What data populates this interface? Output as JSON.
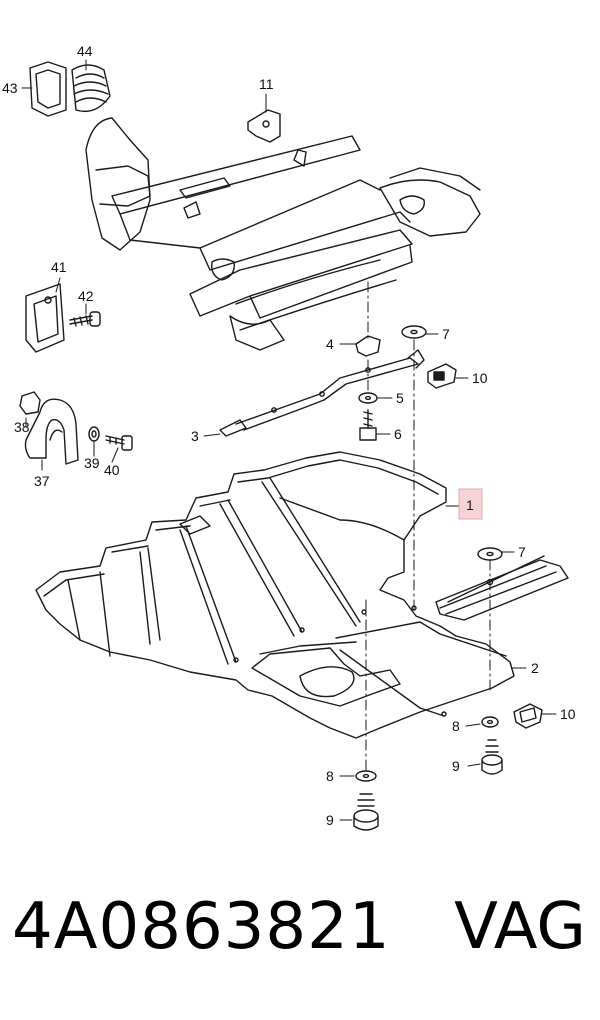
{
  "diagram": {
    "highlight_color": "#f6d3d6",
    "line_color": "#1a1a1a",
    "callouts": [
      {
        "id": "c1",
        "label": "1"
      },
      {
        "id": "c2",
        "label": "2"
      },
      {
        "id": "c3",
        "label": "3"
      },
      {
        "id": "c4",
        "label": "4"
      },
      {
        "id": "c5",
        "label": "5"
      },
      {
        "id": "c6",
        "label": "6"
      },
      {
        "id": "c7a",
        "label": "7"
      },
      {
        "id": "c7b",
        "label": "7"
      },
      {
        "id": "c8a",
        "label": "8"
      },
      {
        "id": "c8b",
        "label": "8"
      },
      {
        "id": "c9a",
        "label": "9"
      },
      {
        "id": "c9b",
        "label": "9"
      },
      {
        "id": "c10a",
        "label": "10"
      },
      {
        "id": "c10b",
        "label": "10"
      },
      {
        "id": "c11",
        "label": "11"
      },
      {
        "id": "c37",
        "label": "37"
      },
      {
        "id": "c38",
        "label": "38"
      },
      {
        "id": "c39",
        "label": "39"
      },
      {
        "id": "c40",
        "label": "40"
      },
      {
        "id": "c41",
        "label": "41"
      },
      {
        "id": "c42",
        "label": "42"
      },
      {
        "id": "c43",
        "label": "43"
      },
      {
        "id": "c44",
        "label": "44"
      }
    ]
  },
  "footer": {
    "part_number": "4A0863821",
    "brand": "VAG"
  }
}
